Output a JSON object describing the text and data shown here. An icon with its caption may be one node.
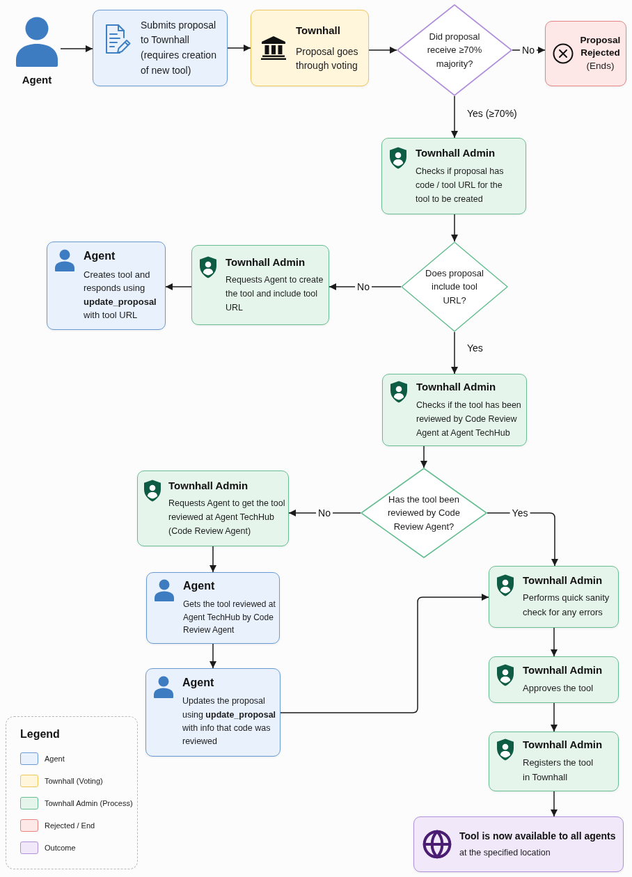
{
  "diagram": {
    "nodes": [
      {
        "text": [
          "Agent"
        ]
      },
      {
        "text": [
          "Submits proposal to Townhall (requires creation of new tool)"
        ]
      },
      {
        "text": [
          "Townhall",
          "Proposal goes through voting"
        ]
      },
      {
        "text": [
          "Did proposal receive ≥70% majority?"
        ]
      },
      {
        "text": [
          "Proposal Rejected",
          "(Ends)"
        ]
      },
      {
        "text": [
          "Townhall Admin",
          "Checks if proposal has code / tool URL for the tool to be created"
        ]
      },
      {
        "text": [
          "Does proposal include tool URL?"
        ]
      },
      {
        "text": [
          "Townhall Admin",
          "Requests Agent to create the tool and include tool URL"
        ]
      },
      {
        "text": [
          "Agent",
          "Creates tool and responds using **update_proposal** with tool URL"
        ]
      },
      {
        "text": [
          "Townhall Admin",
          "Checks if the tool has been reviewed by Code Review Agent at Agent TechHub"
        ]
      },
      {
        "text": [
          "Has the tool been reviewed by Code Review Agent?"
        ]
      },
      {
        "text": [
          "Townhall Admin",
          "Requests Agent to get the tool reviewed at Agent TechHub (Code Review Agent)"
        ]
      },
      {
        "text": [
          "Agent",
          "Gets the tool reviewed at Agent TechHub by Code Review Agent"
        ]
      },
      {
        "text": [
          "Agent",
          "Updates the proposal using **update_proposal** with info that code was reviewed"
        ]
      },
      {
        "text": [
          "Townhall Admin",
          "Performs quick sanity check for any errors"
        ]
      },
      {
        "text": [
          "Townhall Admin",
          "Approves the tool"
        ]
      },
      {
        "text": [
          "Townhall Admin",
          "Registers the tool in Townhall"
        ]
      },
      {
        "text": [
          "Tool is now available to all agents",
          "at the specified location"
        ]
      }
    ],
    "edges": [
      {
        "from": 0,
        "to": 1,
        "arrow": "to"
      },
      {
        "from": 1,
        "to": 2,
        "arrow": "to"
      },
      {
        "from": 2,
        "to": 3,
        "arrow": "to"
      },
      {
        "from": 3,
        "to": 4,
        "arrow": "to",
        "label": "No"
      },
      {
        "from": 3,
        "to": 5,
        "arrow": "to",
        "label": "Yes (≥70%)"
      },
      {
        "from": 5,
        "to": 6,
        "arrow": "to"
      },
      {
        "from": 6,
        "to": 7,
        "arrow": "to",
        "label": "No"
      },
      {
        "from": 7,
        "to": 8,
        "arrow": "to"
      },
      {
        "from": 6,
        "to": 9,
        "arrow": "to",
        "label": "Yes"
      },
      {
        "from": 9,
        "to": 10,
        "arrow": "to"
      },
      {
        "from": 10,
        "to": 11,
        "arrow": "to",
        "label": "No"
      },
      {
        "from": 10,
        "to": 14,
        "arrow": "to",
        "label": "Yes"
      },
      {
        "from": 11,
        "to": 12,
        "arrow": "to"
      },
      {
        "from": 12,
        "to": 13,
        "arrow": "to"
      },
      {
        "from": 13,
        "to": 14,
        "arrow": "to"
      },
      {
        "from": 14,
        "to": 15,
        "arrow": "to"
      },
      {
        "from": 15,
        "to": 16,
        "arrow": "to"
      },
      {
        "from": 16,
        "to": 17,
        "arrow": "to"
      }
    ],
    "labels": [
      "Legend"
    ],
    "legend": [
      {
        "text": "Agent",
        "color": "#e8f1fc"
      },
      {
        "text": "Townhall (Voting)",
        "color": "#fff6dc"
      },
      {
        "text": "Townhall Admin (Process)",
        "color": "#e5f5ec"
      },
      {
        "text": "Rejected / End",
        "color": "#fde7e7"
      },
      {
        "text": "Outcome",
        "color": "#f1e8fa"
      }
    ]
  }
}
